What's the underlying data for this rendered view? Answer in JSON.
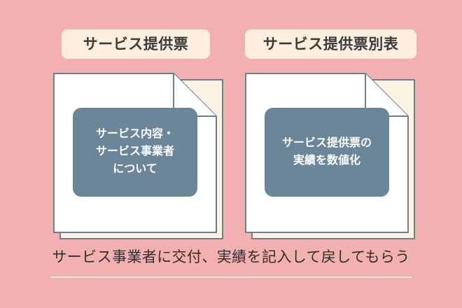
{
  "background_color": "#f2b0b0",
  "accent_colors": {
    "pill_background": "#fdeedd",
    "document_fill": "#ffffff",
    "document_border": "#6e7f8c",
    "document_shadow_sheet": "#fdf3e3",
    "inner_box": "#6b8698",
    "inner_box_text": "#ffffff",
    "caption_text": "#2f2f2f",
    "divider": "#fdeedd"
  },
  "documents": [
    {
      "pill_label": "サービス提供票",
      "inner_box_lines": [
        "サービス内容・",
        "サービス事業者",
        "について"
      ]
    },
    {
      "pill_label": "サービス提供票別表",
      "inner_box_lines": [
        "サービス提供票の",
        "実績を数値化"
      ]
    }
  ],
  "caption": "サービス事業者に交付、実績を記入して戻してもらう"
}
